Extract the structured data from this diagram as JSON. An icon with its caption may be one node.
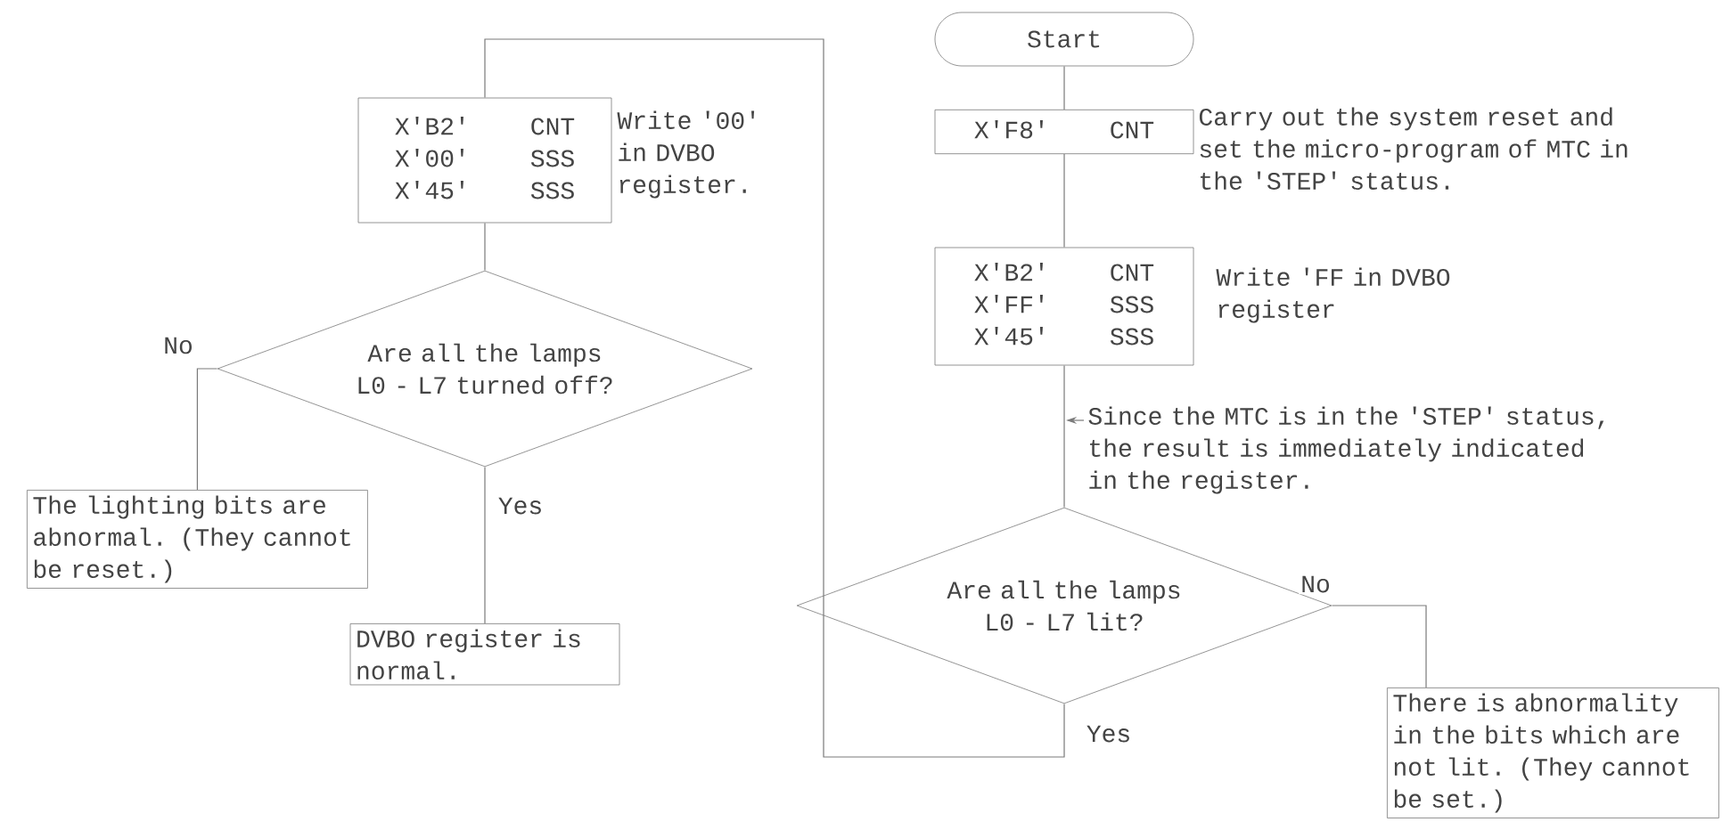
{
  "diagram": {
    "nodes": [
      {
        "text": [
          "Start"
        ]
      },
      {
        "text": [
          "X'F8'",
          "CNT"
        ],
        "beside": [
          "Carry out the system reset and set the micro-program of MTC in the 'STEP' status."
        ]
      },
      {
        "text": [
          "X'B2'",
          "CNT",
          "X'FF'",
          "SSS",
          "X'45'",
          "SSS"
        ],
        "beside": [
          "Write 'FF in DVBO register"
        ]
      },
      {
        "text": [
          "Since the MTC is in the 'STEP' status, the result is immediately indicated in the register."
        ]
      },
      {
        "text": [
          "Are all the lamps L0 - L7 lit?"
        ]
      },
      {
        "text": [
          "There is abnormality in the bits which are not lit. (They cannot be set.)"
        ]
      },
      {
        "text": [
          "X'B2'",
          "CNT",
          "X'00'",
          "SSS",
          "X'45'",
          "SSS"
        ],
        "beside": [
          "Write '00' in DVBO register."
        ]
      },
      {
        "text": [
          "Are all the lamps L0 - L7 turned off?"
        ]
      },
      {
        "text": [
          "The lighting bits are abnormal. (They cannot be reset.)"
        ]
      },
      {
        "text": [
          "DVBO register is normal."
        ]
      }
    ],
    "edges": [
      {
        "from": 0,
        "to": 1,
        "arrow": "none"
      },
      {
        "from": 1,
        "to": 2,
        "arrow": "none"
      },
      {
        "from": 2,
        "to": 4,
        "arrow": "none"
      },
      {
        "from": 3,
        "to": null,
        "arrow": "to"
      },
      {
        "from": 4,
        "to": 5,
        "arrow": "none",
        "label": "No"
      },
      {
        "from": 4,
        "to": 6,
        "arrow": "none",
        "label": "Yes"
      },
      {
        "from": 6,
        "to": 7,
        "arrow": "none"
      },
      {
        "from": 7,
        "to": 8,
        "arrow": "none",
        "label": "No"
      },
      {
        "from": 7,
        "to": 9,
        "arrow": "none",
        "label": "Yes"
      }
    ]
  }
}
